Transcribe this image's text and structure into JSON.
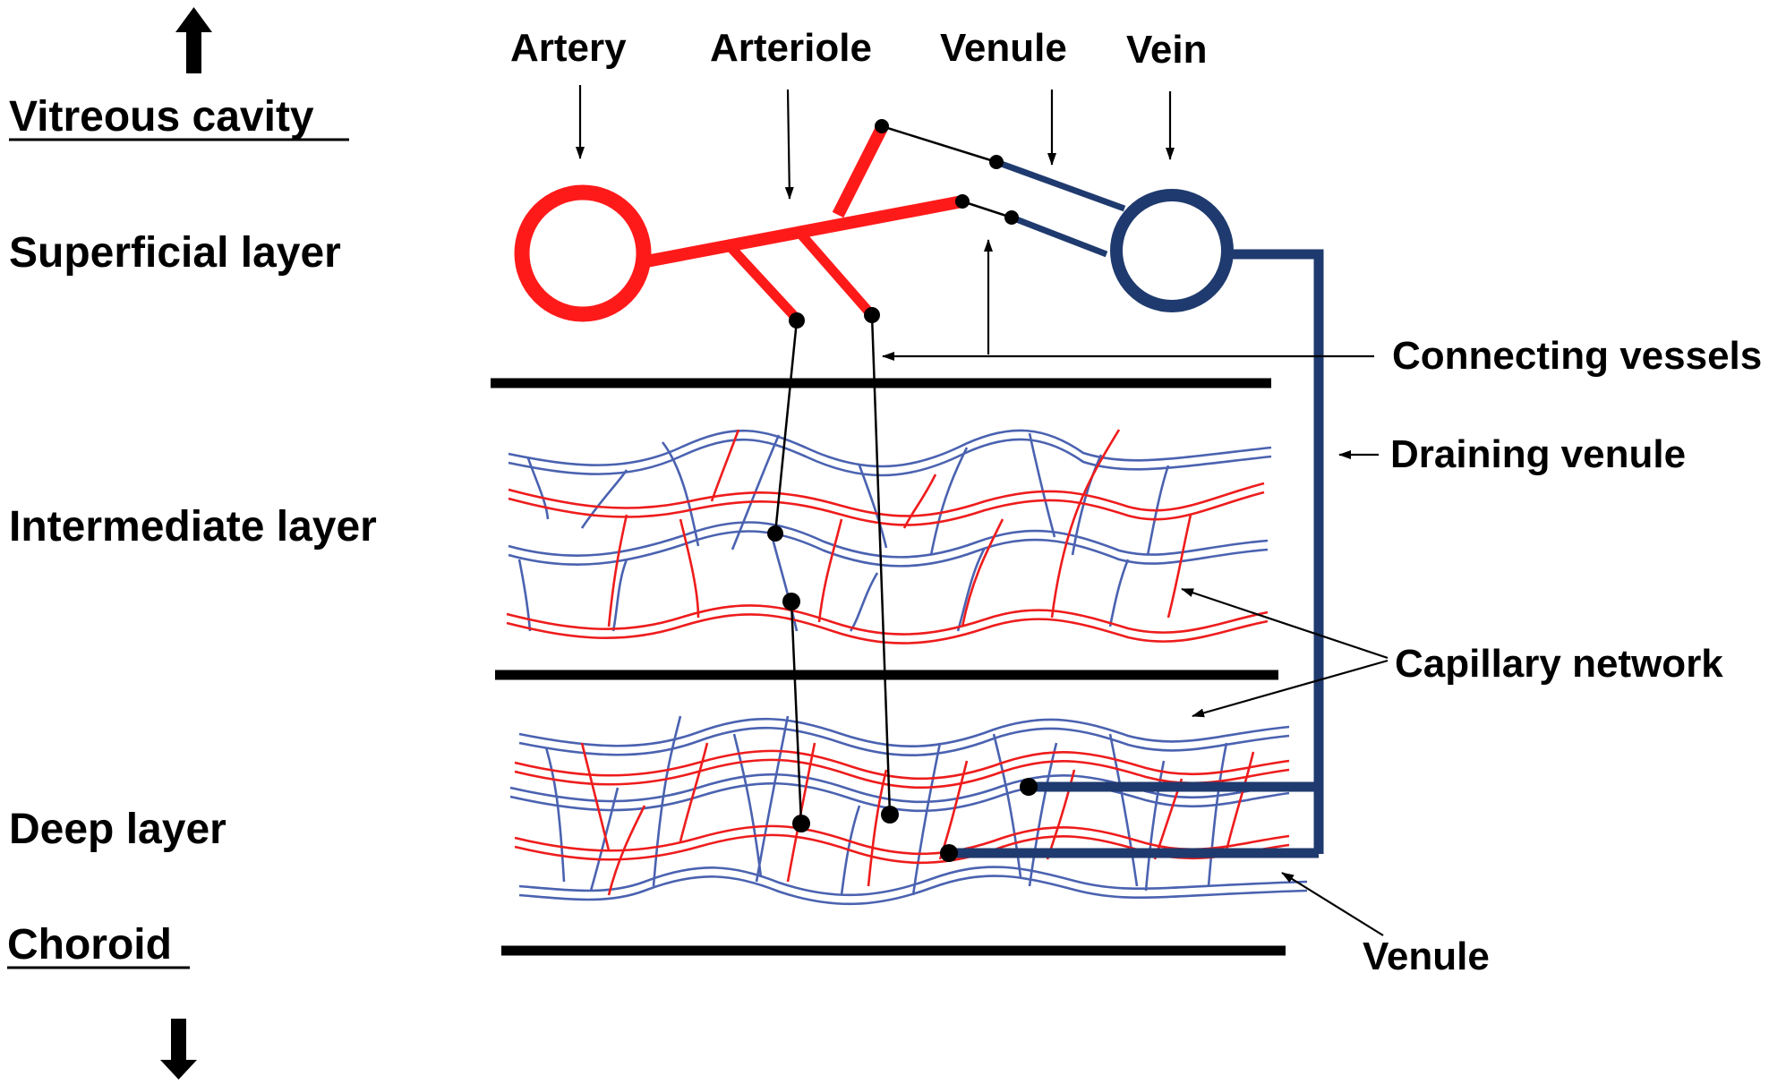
{
  "labels": {
    "vitreous_cavity": "Vitreous cavity",
    "superficial_layer": "Superficial layer",
    "intermediate_layer": "Intermediate layer",
    "deep_layer": "Deep layer",
    "choroid": "Choroid",
    "artery": "Artery",
    "arteriole": "Arteriole",
    "venule_top": "Venule",
    "vein": "Vein",
    "connecting_vessels": "Connecting vessels",
    "draining_venule": "Draining venule",
    "capillary_network": "Capillary network",
    "venule_bottom": "Venule"
  },
  "colors": {
    "arterial": "#ff1a1a",
    "venous": "#1f3a6e",
    "capillary_blue": "#4a62b0",
    "capillary_red": "#ee1c1c",
    "boundary": "#000000"
  },
  "icons": {
    "up": "up-arrow-icon",
    "down": "down-arrow-icon"
  }
}
